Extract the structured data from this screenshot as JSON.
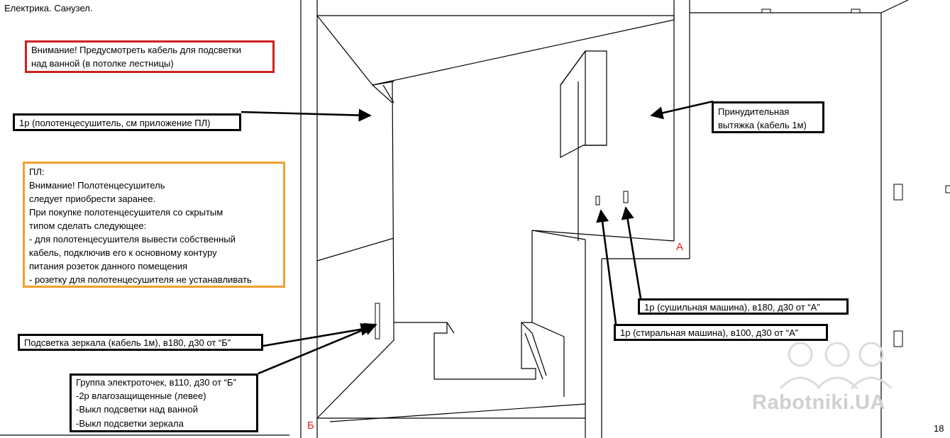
{
  "title": "Електрика. Санузел.",
  "notes": {
    "bath_light_warning": {
      "lines": [
        "Внимание! Предусмотреть кабель для подсветки",
        "над ванной (в потолке лестницы)"
      ],
      "border_color": "#cc2222"
    },
    "towel_dryer_appendix": {
      "lines": [
        "ПЛ:",
        "Внимание! Полотенцесушитель",
        "следует приобрести заранее.",
        "При покупке полотенцесушителя со скрытым",
        "типом сделать следующее:",
        "- для полотенцесушителя вывести собственный",
        "кабель, подключив его к основному контуру",
        "питания розеток данного помещения",
        "- розетку для полотенцесушителя не устанавливать"
      ],
      "border_color": "#f0a030"
    }
  },
  "labels": {
    "towel_dryer": "1р (полотенцесушитель, см приложение ПЛ)",
    "exhaust": [
      "Принудительная",
      "вытяжка (кабель 1м)"
    ],
    "dryer": "1р (сушильная машина), в180, д30 от “А”",
    "washer": "1р (стиральная машина), в100, д30 от “А”",
    "mirror_light": "Подсветка зеркала (кабель 1м), в180, д30 от “Б”",
    "outlet_group": [
      "Группа электроточек, в110, д30 от “Б”",
      "-2р влагозащищенные (левее)",
      "-Выкл подсветки над ванной",
      "-Выкл подсветки зеркала"
    ]
  },
  "reference_marks": {
    "a": "А",
    "b": "Б",
    "color": "#dd2020"
  },
  "watermark": "Rabotniki.UA",
  "page_number": "18"
}
